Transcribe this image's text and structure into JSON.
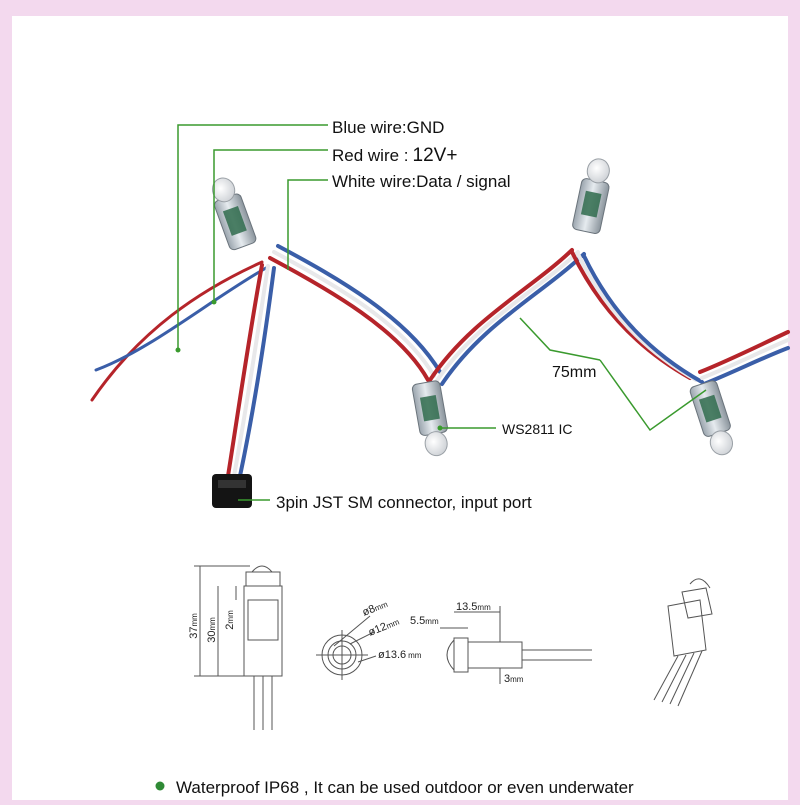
{
  "labels": {
    "blue_wire": "Blue wire:GND",
    "red_wire_prefix": "Red wire :",
    "red_wire_value": "12V+",
    "white_wire": "White wire:Data / signal",
    "spacing": "75mm",
    "ic": "WS2811 IC",
    "connector": "3pin JST SM connector, input port"
  },
  "dimensions": {
    "height_total": "37",
    "height_body": "30",
    "height_cap": "2",
    "unit": "mm",
    "dia_lens": "ø8",
    "dia_body": "ø12",
    "dia_flange": "ø13.6",
    "len_front": "5.5",
    "len_body": "13.5",
    "thickness": "3"
  },
  "footer": {
    "bullet_text": "Waterproof IP68 , It can be used outdoor or even underwater"
  },
  "colors": {
    "background": "#f3d9ee",
    "leader_line": "#3a9a2e",
    "red_wire": "#b5242a",
    "blue_wire": "#3a5ea8",
    "white_wire": "#e8e8ea",
    "bullet": "#2f8a35"
  }
}
